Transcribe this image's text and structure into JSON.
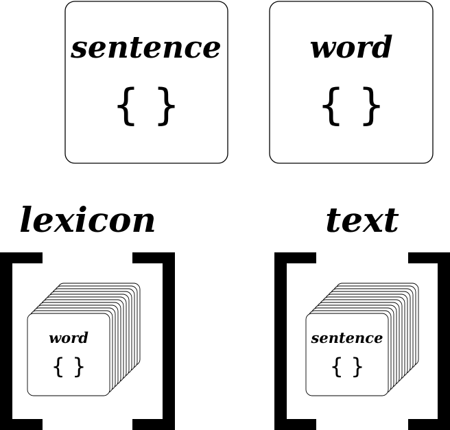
{
  "cards": {
    "sentence": {
      "label": "sentence",
      "braces": "{ }"
    },
    "word": {
      "label": "word",
      "braces": "{ }"
    }
  },
  "collections": {
    "lexicon": {
      "title": "lexicon",
      "item_label": "word",
      "item_braces": "{ }",
      "bracket_open": "[",
      "bracket_close": "]"
    },
    "text": {
      "title": "text",
      "item_label": "sentence",
      "item_braces": "{ }",
      "bracket_open": "[",
      "bracket_close": "]"
    }
  }
}
